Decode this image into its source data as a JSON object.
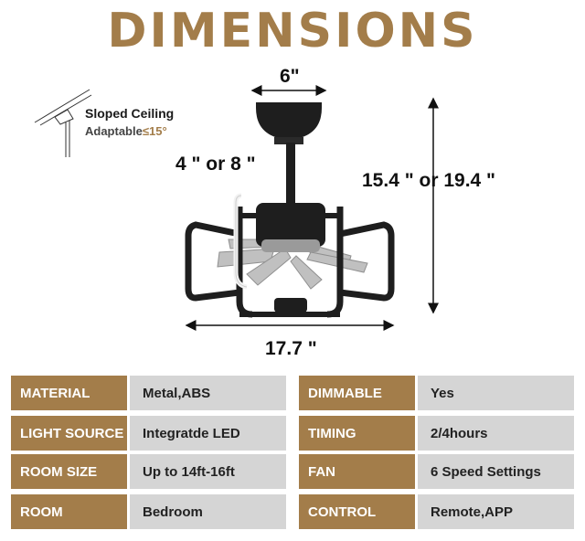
{
  "title": "DIMENSIONS",
  "colors": {
    "brown": "#a37d4a",
    "gray": "#d5d5d5",
    "fan": "#1e1e1e"
  },
  "sloped": {
    "label": "Sloped Ceiling",
    "adaptable": "Adaptable",
    "angle": "≤15°"
  },
  "dimensions": {
    "canopy_width": "6\"",
    "downrod": "4 \" or 8 \"",
    "height": "15.4 \" or 19.4 \"",
    "width": "17.7 \""
  },
  "specs": [
    {
      "label": "MATERIAL",
      "value": "Metal,ABS"
    },
    {
      "label": "DIMMABLE",
      "value": "Yes"
    },
    {
      "label": "LIGHT SOURCE",
      "value": "Integratde LED"
    },
    {
      "label": "TIMING",
      "value": "2/4hours"
    },
    {
      "label": "ROOM SIZE",
      "value": "Up to 14ft-16ft"
    },
    {
      "label": "FAN",
      "value": "6 Speed Settings"
    },
    {
      "label": "ROOM",
      "value": "Bedroom"
    },
    {
      "label": "CONTROL",
      "value": "Remote,APP"
    }
  ]
}
